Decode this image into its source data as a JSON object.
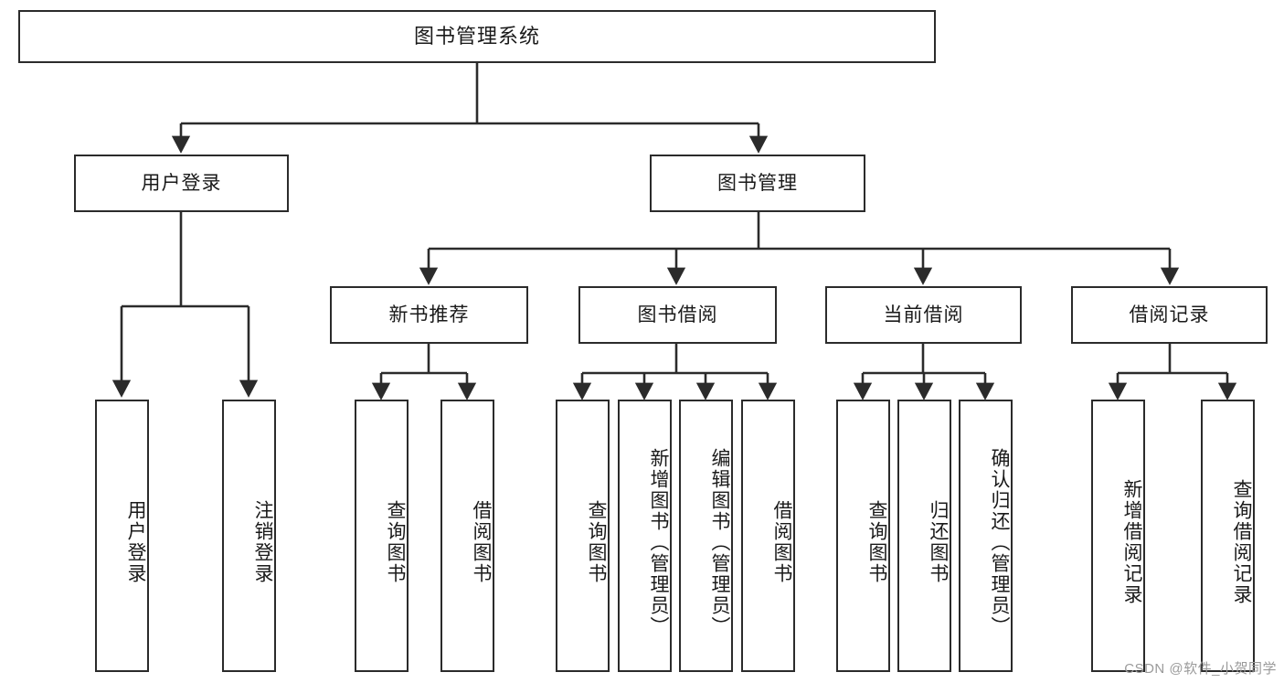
{
  "diagram": {
    "title_node": {
      "label": "图书管理系统"
    },
    "level2": [
      {
        "id": "user-login",
        "label": "用户登录"
      },
      {
        "id": "book-manage",
        "label": "图书管理"
      }
    ],
    "level3": [
      {
        "id": "new-book-recommend",
        "label": "新书推荐"
      },
      {
        "id": "book-borrow",
        "label": "图书借阅"
      },
      {
        "id": "current-borrow",
        "label": "当前借阅"
      },
      {
        "id": "borrow-record",
        "label": "借阅记录"
      }
    ],
    "leaves": {
      "user_login": [
        {
          "id": "leaf-user-login",
          "label": "用户登录"
        },
        {
          "id": "leaf-logout-login",
          "label": "注销登录"
        }
      ],
      "new_book_recommend": [
        {
          "id": "leaf-query-book-1",
          "label": "查询图书"
        },
        {
          "id": "leaf-borrow-book-1",
          "label": "借阅图书"
        }
      ],
      "book_borrow": [
        {
          "id": "leaf-query-book-2",
          "label": "查询图书"
        },
        {
          "id": "leaf-add-book",
          "label": "新增图书（管理员）"
        },
        {
          "id": "leaf-edit-book",
          "label": "编辑图书（管理员）"
        },
        {
          "id": "leaf-borrow-book-2",
          "label": "借阅图书"
        }
      ],
      "current_borrow": [
        {
          "id": "leaf-query-book-3",
          "label": "查询图书"
        },
        {
          "id": "leaf-return-book",
          "label": "归还图书"
        },
        {
          "id": "leaf-confirm-return",
          "label": "确认归还（管理员）"
        }
      ],
      "borrow_record": [
        {
          "id": "leaf-add-borrow-record",
          "label": "新增借阅记录"
        },
        {
          "id": "leaf-query-borrow-record",
          "label": "查询借阅记录"
        }
      ]
    },
    "watermark": {
      "text": "CSDN @软件_小贺同学"
    },
    "colors": {
      "border": "#2b2b2b",
      "text": "#1a1a1a",
      "background": "#ffffff",
      "watermark": "#9a9a9a"
    }
  }
}
